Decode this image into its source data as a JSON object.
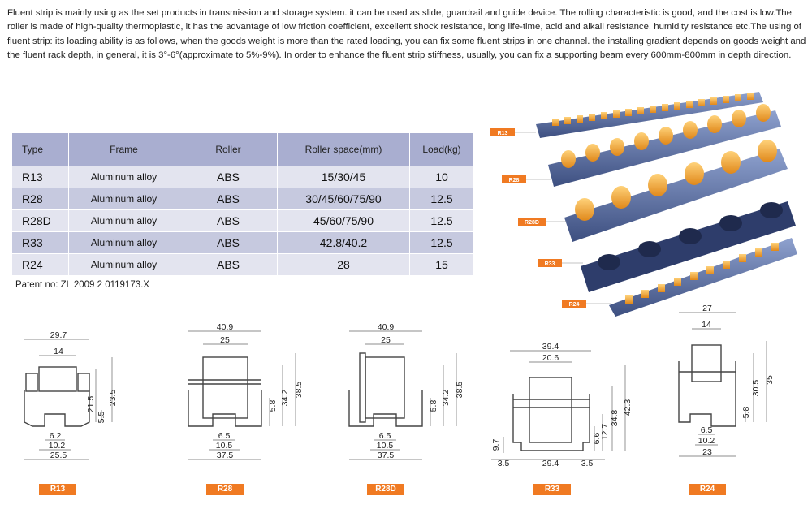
{
  "intro": {
    "text": "Fluent strip is mainly using as the set products in transmission and storage system. it can be used as slide, guardrail and guide device. The rolling characteristic is good, and the cost is low.The roller is made of high-quality thermoplastic, it has the advantage of low friction coefficient, excellent shock resistance, long life-time, acid and alkali resistance, humidity resistance etc.The using of fluent strip: its loading ability is as follows, when the goods weight is more than the rated loading, you can fix some fluent strips in one channel.  the installing gradient depends on goods weight and the fluent rack depth, in general, it is 3°-6°(approximate to 5%-9%). In order to enhance the fluent strip stiffness, usually, you can fix a supporting beam every 600mm-800mm in depth direction."
  },
  "table": {
    "headers": [
      "Type",
      "Frame",
      "Roller",
      "Roller space(mm)",
      "Load(kg)"
    ],
    "rows": [
      [
        "R13",
        "Aluminum alloy",
        "ABS",
        "15/30/45",
        "10"
      ],
      [
        "R28",
        "Aluminum alloy",
        "ABS",
        "30/45/60/75/90",
        "12.5"
      ],
      [
        "R28D",
        "Aluminum alloy",
        "ABS",
        "45/60/75/90",
        "12.5"
      ],
      [
        "R33",
        "Aluminum alloy",
        "ABS",
        "42.8/40.2",
        "12.5"
      ],
      [
        "R24",
        "Aluminum alloy",
        "ABS",
        "28",
        "15"
      ]
    ]
  },
  "patent": {
    "label": "Patent no:",
    "number": "ZL 2009 2 0119173.X"
  },
  "photo_labels": [
    "R13",
    "R28",
    "R28D",
    "R33",
    "R24"
  ],
  "drawings": {
    "R13": {
      "dims": [
        "29.7",
        "14",
        "21.5",
        "23.5",
        "5.5",
        "6.2",
        "10.2",
        "25.5"
      ]
    },
    "R28": {
      "dims": [
        "40.9",
        "25",
        "5.8",
        "34.2",
        "38.5",
        "6.5",
        "10.5",
        "37.5"
      ]
    },
    "R28D": {
      "dims": [
        "40.9",
        "25",
        "5.8",
        "34.2",
        "38.5",
        "6.5",
        "10.5",
        "37.5"
      ]
    },
    "R33": {
      "dims": [
        "39.4",
        "20.6",
        "9.7",
        "6.6",
        "12.7",
        "34.8",
        "42.3",
        "3.5",
        "29.4",
        "3.5"
      ]
    },
    "R24": {
      "dims": [
        "27",
        "14",
        "30.5",
        "35",
        "5.8",
        "6.5",
        "10.2",
        "23"
      ]
    }
  },
  "drawing_tags": [
    "R13",
    "R28",
    "R28D",
    "R33",
    "R24"
  ],
  "colors": {
    "accent": "#f07a22",
    "header": "#a9aed0",
    "rowDark": "#c6c9df",
    "rowLight": "#e3e4ef",
    "rail": "#5a6fa3",
    "roller": "#f0a030"
  }
}
